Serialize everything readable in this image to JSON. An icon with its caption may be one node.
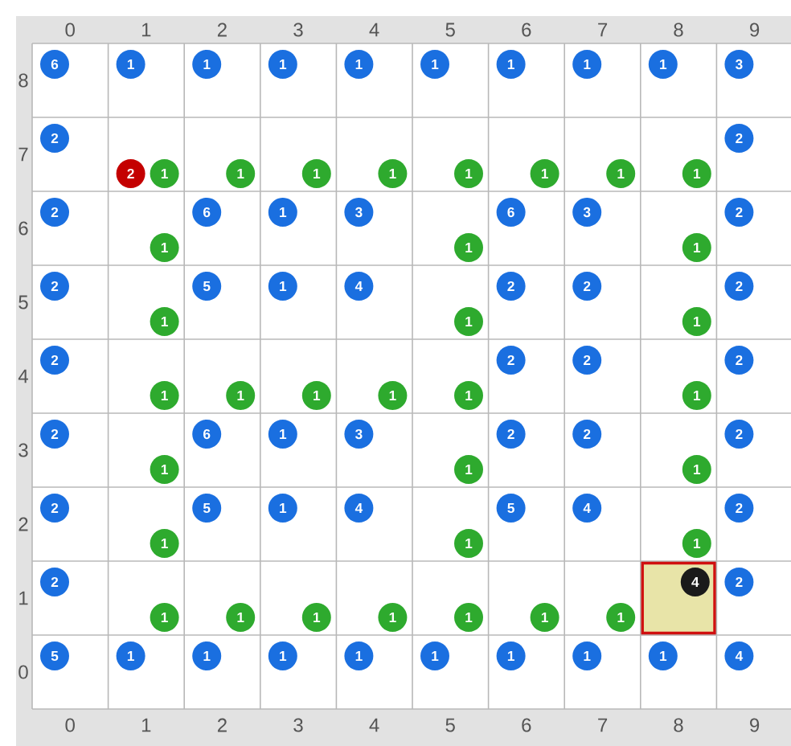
{
  "diagram": {
    "nodes": [
      {
        "text": [
          "6"
        ]
      },
      {
        "text": [
          "1"
        ]
      },
      {
        "text": [
          "1"
        ]
      },
      {
        "text": [
          "1"
        ]
      },
      {
        "text": [
          "1"
        ]
      },
      {
        "text": [
          "1"
        ]
      },
      {
        "text": [
          "1"
        ]
      },
      {
        "text": [
          "1"
        ]
      },
      {
        "text": [
          "1"
        ]
      },
      {
        "text": [
          "3"
        ]
      },
      {
        "text": [
          "2"
        ]
      },
      {
        "text": [
          "2"
        ]
      },
      {
        "text": [
          "1"
        ]
      },
      {
        "text": [
          "1"
        ]
      },
      {
        "text": [
          "1"
        ]
      },
      {
        "text": [
          "1"
        ]
      },
      {
        "text": [
          "1"
        ]
      },
      {
        "text": [
          "1"
        ]
      },
      {
        "text": [
          "1"
        ]
      },
      {
        "text": [
          "1"
        ]
      },
      {
        "text": [
          "2"
        ]
      },
      {
        "text": [
          "2"
        ]
      },
      {
        "text": [
          "1"
        ]
      },
      {
        "text": [
          "6"
        ]
      },
      {
        "text": [
          "1"
        ]
      },
      {
        "text": [
          "3"
        ]
      },
      {
        "text": [
          "1"
        ]
      },
      {
        "text": [
          "6"
        ]
      },
      {
        "text": [
          "3"
        ]
      },
      {
        "text": [
          "1"
        ]
      },
      {
        "text": [
          "2"
        ]
      },
      {
        "text": [
          "2"
        ]
      },
      {
        "text": [
          "1"
        ]
      },
      {
        "text": [
          "5"
        ]
      },
      {
        "text": [
          "1"
        ]
      },
      {
        "text": [
          "4"
        ]
      },
      {
        "text": [
          "1"
        ]
      },
      {
        "text": [
          "2"
        ]
      },
      {
        "text": [
          "2"
        ]
      },
      {
        "text": [
          "1"
        ]
      },
      {
        "text": [
          "2"
        ]
      },
      {
        "text": [
          "2"
        ]
      },
      {
        "text": [
          "1"
        ]
      },
      {
        "text": [
          "1"
        ]
      },
      {
        "text": [
          "1"
        ]
      },
      {
        "text": [
          "1"
        ]
      },
      {
        "text": [
          "1"
        ]
      },
      {
        "text": [
          "2"
        ]
      },
      {
        "text": [
          "2"
        ]
      },
      {
        "text": [
          "1"
        ]
      },
      {
        "text": [
          "2"
        ]
      },
      {
        "text": [
          "2"
        ]
      },
      {
        "text": [
          "1"
        ]
      },
      {
        "text": [
          "6"
        ]
      },
      {
        "text": [
          "1"
        ]
      },
      {
        "text": [
          "3"
        ]
      },
      {
        "text": [
          "1"
        ]
      },
      {
        "text": [
          "2"
        ]
      },
      {
        "text": [
          "2"
        ]
      },
      {
        "text": [
          "1"
        ]
      },
      {
        "text": [
          "2"
        ]
      },
      {
        "text": [
          "2"
        ]
      },
      {
        "text": [
          "1"
        ]
      },
      {
        "text": [
          "5"
        ]
      },
      {
        "text": [
          "1"
        ]
      },
      {
        "text": [
          "4"
        ]
      },
      {
        "text": [
          "1"
        ]
      },
      {
        "text": [
          "5"
        ]
      },
      {
        "text": [
          "4"
        ]
      },
      {
        "text": [
          "1"
        ]
      },
      {
        "text": [
          "2"
        ]
      },
      {
        "text": [
          "2"
        ]
      },
      {
        "text": [
          "1"
        ]
      },
      {
        "text": [
          "1"
        ]
      },
      {
        "text": [
          "1"
        ]
      },
      {
        "text": [
          "1"
        ]
      },
      {
        "text": [
          "1"
        ]
      },
      {
        "text": [
          "1"
        ]
      },
      {
        "text": [
          "1"
        ]
      },
      {
        "text": [
          "4"
        ]
      },
      {
        "text": [
          "2"
        ]
      },
      {
        "text": [
          "5"
        ]
      },
      {
        "text": [
          "1"
        ]
      },
      {
        "text": [
          "1"
        ]
      },
      {
        "text": [
          "1"
        ]
      },
      {
        "text": [
          "1"
        ]
      },
      {
        "text": [
          "1"
        ]
      },
      {
        "text": [
          "1"
        ]
      },
      {
        "text": [
          "1"
        ]
      },
      {
        "text": [
          "1"
        ]
      },
      {
        "text": [
          "4"
        ]
      }
    ],
    "labels": [
      "0",
      "1",
      "2",
      "3",
      "4",
      "5",
      "6",
      "7",
      "8",
      "9",
      "8",
      "7",
      "6",
      "5",
      "4",
      "3",
      "2",
      "1",
      "0",
      "0",
      "1",
      "2",
      "3",
      "4",
      "5",
      "6",
      "7",
      "8",
      "9"
    ]
  }
}
